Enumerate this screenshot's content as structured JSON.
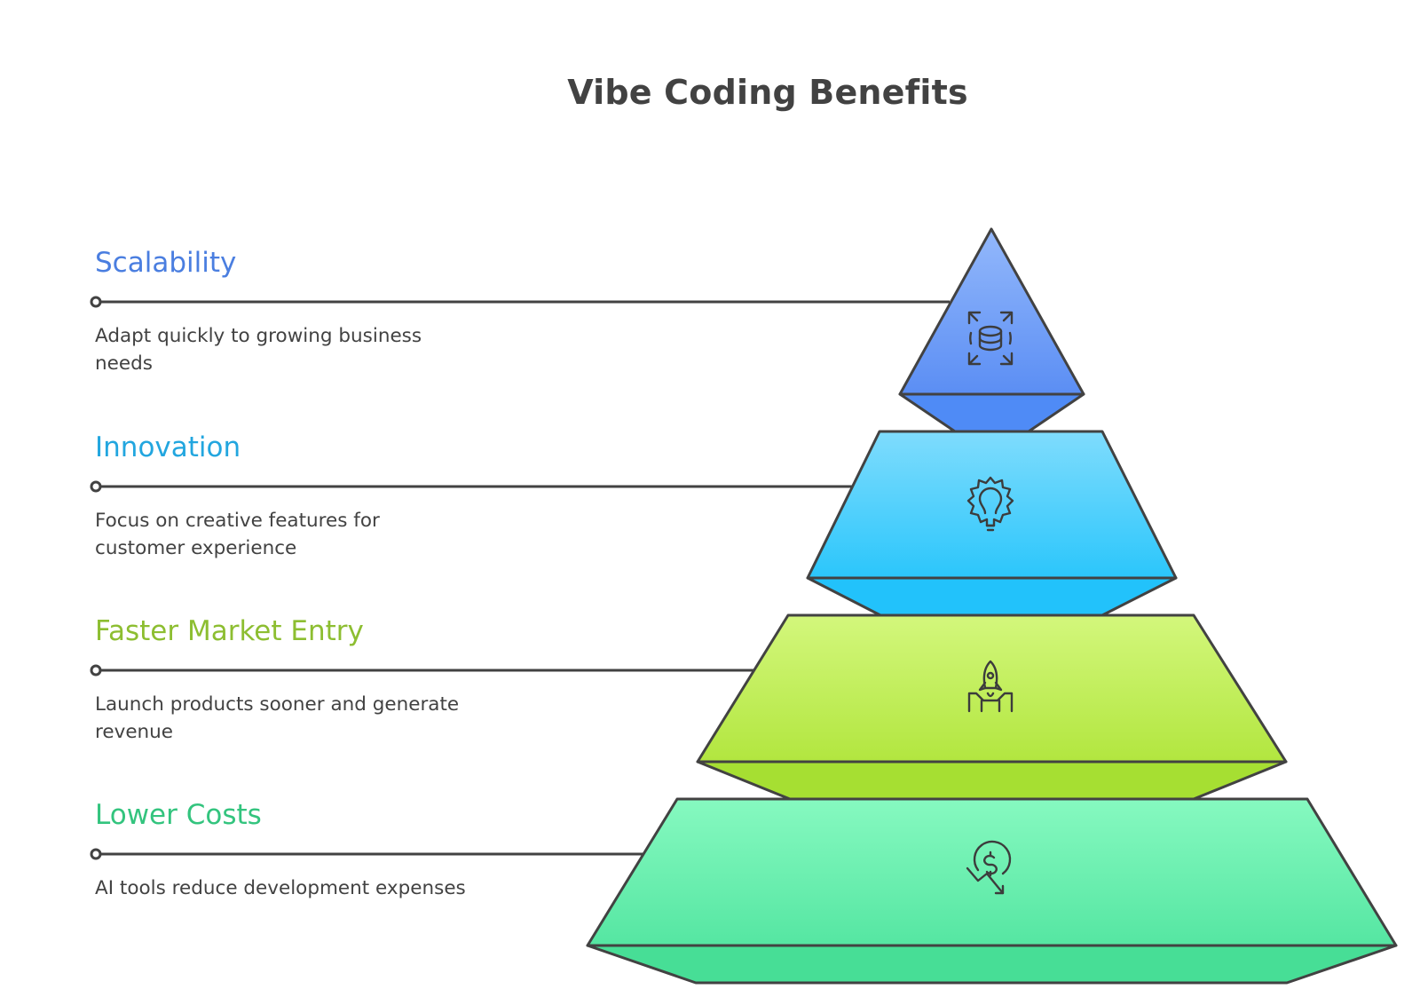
{
  "title": "Vibe Coding Benefits",
  "tiers": [
    {
      "title": "Scalability",
      "description": "Adapt quickly to growing business needs",
      "icon": "database-scale-icon",
      "color": "#4A7EE0",
      "fill_top": "#93B8FB",
      "fill_bottom": "#5B8EF4",
      "base": "#4F8BF6"
    },
    {
      "title": "Innovation",
      "description": "Focus on creative features for customer experience",
      "icon": "lightbulb-gear-icon",
      "color": "#22A6DF",
      "fill_top": "#7FDCFD",
      "fill_bottom": "#2BC6FB",
      "base": "#22C2FB"
    },
    {
      "title": "Faster Market Entry",
      "description": "Launch products sooner and generate revenue",
      "icon": "rocket-launch-icon",
      "color": "#8DBE31",
      "fill_top": "#D3F77C",
      "fill_bottom": "#B2E63F",
      "base": "#A6DF32"
    },
    {
      "title": "Lower Costs",
      "description": "AI tools reduce development expenses",
      "icon": "cost-down-icon",
      "color": "#33C47E",
      "fill_top": "#86F9C0",
      "fill_bottom": "#55E6A2",
      "base": "#47DE96"
    }
  ]
}
